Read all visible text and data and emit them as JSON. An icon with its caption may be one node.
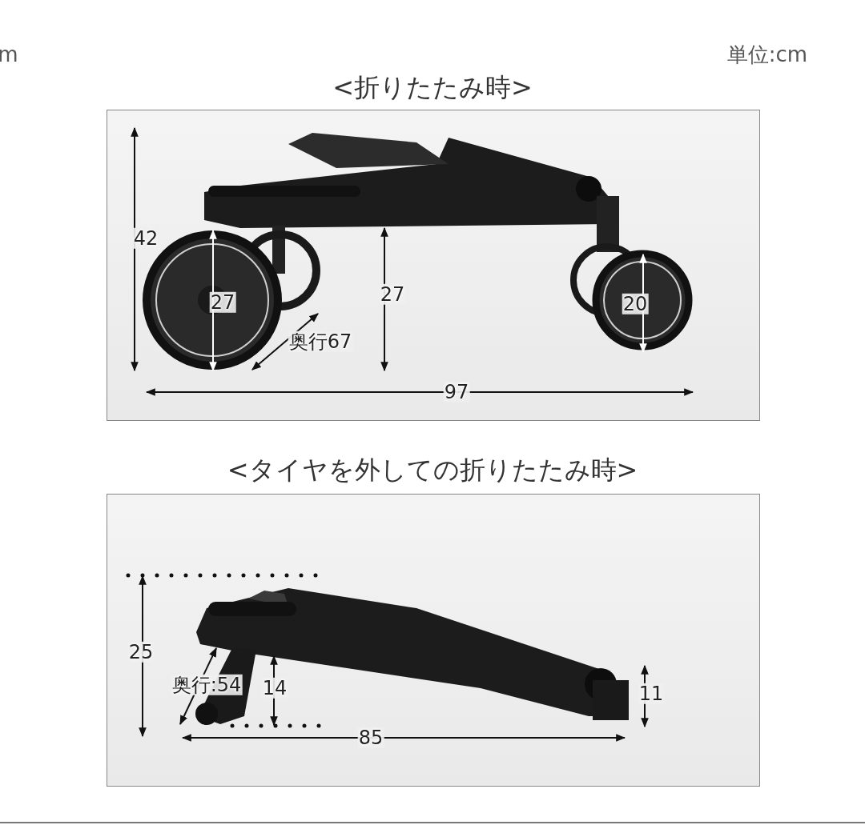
{
  "diagram": {
    "labels": [
      "m",
      "単位:cm",
      "<折りたたみ時>",
      "42",
      "27",
      "27",
      "20",
      "奥行67",
      "97",
      "<タイヤを外しての折りたたみ時>",
      "25",
      "奥行:54",
      "14",
      "11",
      "85"
    ]
  }
}
